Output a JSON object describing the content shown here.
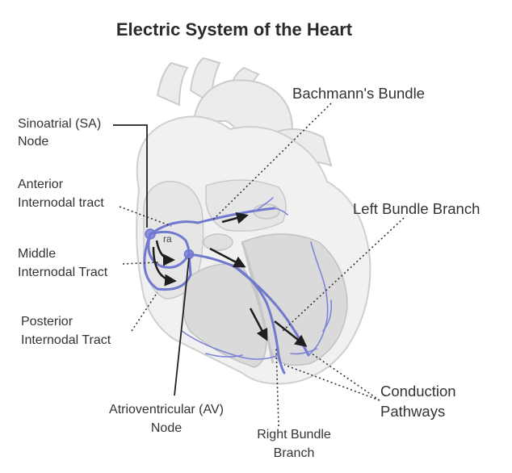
{
  "title": "Electric System of the Heart",
  "labels": {
    "sa_node_line1": "Sinoatrial (SA)",
    "sa_node_line2": "Node",
    "anterior_line1": "Anterior",
    "anterior_line2": "Internodal tract",
    "middle_line1": "Middle",
    "middle_line2": "Internodal Tract",
    "posterior_line1": "Posterior",
    "posterior_line2": "Internodal Tract",
    "av_node_line1": "Atrioventricular (AV)",
    "av_node_line2": "Node",
    "right_bundle_line1": "Right Bundle",
    "right_bundle_line2": "Branch",
    "conduction_line1": "Conduction",
    "conduction_line2": "Pathways",
    "bachmann": "Bachmann's Bundle",
    "left_bundle": "Left Bundle Branch",
    "ra": "ra"
  },
  "colors": {
    "conduction_path": "#7179cf",
    "arrows": "#1e1e1e",
    "heart_fill": "#f1f1f1"
  }
}
